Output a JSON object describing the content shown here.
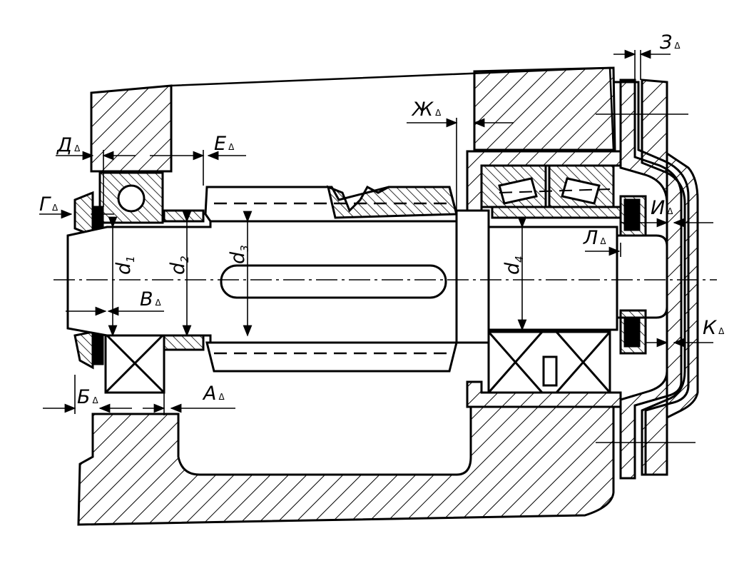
{
  "diagram": {
    "labels": {
      "Z": {
        "main": "З",
        "mark": "Δ"
      },
      "ZH": {
        "main": "Ж",
        "mark": "Δ"
      },
      "D": {
        "main": "Д",
        "mark": "Δ"
      },
      "E": {
        "main": "Е",
        "mark": "Δ"
      },
      "G": {
        "main": "Г",
        "mark": "Δ"
      },
      "I": {
        "main": "И",
        "mark": "Δ"
      },
      "L": {
        "main": "Л",
        "mark": "Δ"
      },
      "V": {
        "main": "В",
        "mark": "Δ"
      },
      "K": {
        "main": "К",
        "mark": "Δ"
      },
      "B": {
        "main": "Б",
        "mark": "Δ"
      },
      "A": {
        "main": "А",
        "mark": "Δ"
      },
      "d1": {
        "main": "d",
        "sub": "1"
      },
      "d2": {
        "main": "d",
        "sub": "2"
      },
      "d3": {
        "main": "d",
        "sub": "3"
      },
      "d4": {
        "main": "d",
        "sub": "4"
      }
    },
    "colors": {
      "line": "#000000",
      "background": "#ffffff"
    }
  }
}
